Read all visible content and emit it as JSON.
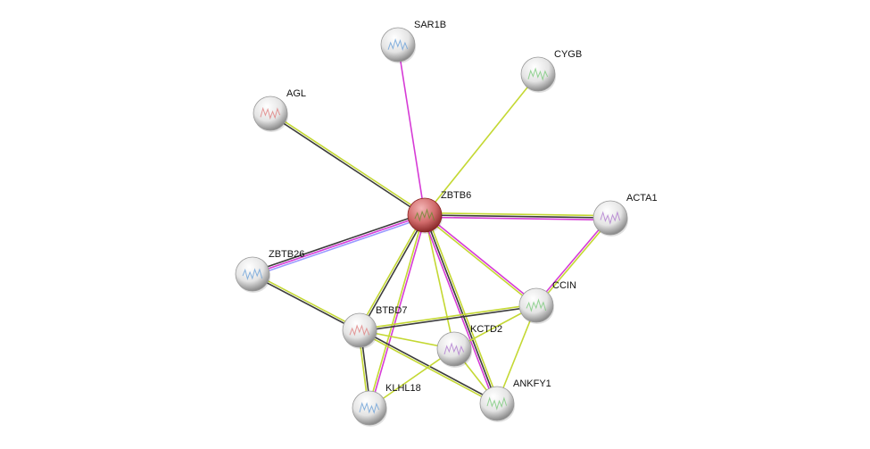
{
  "colors": {
    "lime": "#c4d833",
    "dark": "#3c3c3c",
    "magenta": "#d63bd6",
    "blue": "#9a9aff",
    "query_node": "#c85555",
    "node": "#e6e6e6"
  },
  "nodes": [
    {
      "id": "ZBTB6",
      "label": "ZBTB6",
      "query": true
    },
    {
      "id": "SAR1B",
      "label": "SAR1B"
    },
    {
      "id": "CYGB",
      "label": "CYGB"
    },
    {
      "id": "AGL",
      "label": "AGL"
    },
    {
      "id": "ACTA1",
      "label": "ACTA1"
    },
    {
      "id": "ZBTB26",
      "label": "ZBTB26"
    },
    {
      "id": "CCIN",
      "label": "CCIN"
    },
    {
      "id": "BTBD7",
      "label": "BTBD7"
    },
    {
      "id": "KCTD2",
      "label": "KCTD2"
    },
    {
      "id": "KLHL18",
      "label": "KLHL18"
    },
    {
      "id": "ANKFY1",
      "label": "ANKFY1"
    }
  ],
  "edges": [
    {
      "a": "ZBTB6",
      "b": "SAR1B",
      "types": [
        "magenta"
      ]
    },
    {
      "a": "ZBTB6",
      "b": "CYGB",
      "types": [
        "lime"
      ]
    },
    {
      "a": "ZBTB6",
      "b": "AGL",
      "types": [
        "dark",
        "lime"
      ]
    },
    {
      "a": "ZBTB6",
      "b": "ACTA1",
      "types": [
        "lime",
        "dark",
        "magenta"
      ]
    },
    {
      "a": "ZBTB6",
      "b": "ZBTB26",
      "types": [
        "blue",
        "magenta",
        "dark"
      ]
    },
    {
      "a": "ZBTB6",
      "b": "BTBD7",
      "types": [
        "dark",
        "lime"
      ]
    },
    {
      "a": "ZBTB6",
      "b": "KLHL18",
      "types": [
        "magenta",
        "lime"
      ]
    },
    {
      "a": "ZBTB6",
      "b": "KCTD2",
      "types": [
        "lime"
      ]
    },
    {
      "a": "ZBTB6",
      "b": "ANKFY1",
      "types": [
        "lime",
        "dark",
        "magenta"
      ]
    },
    {
      "a": "ZBTB6",
      "b": "CCIN",
      "types": [
        "magenta",
        "lime"
      ]
    },
    {
      "a": "ACTA1",
      "b": "CCIN",
      "types": [
        "lime",
        "magenta"
      ]
    },
    {
      "a": "ZBTB26",
      "b": "BTBD7",
      "types": [
        "lime",
        "dark"
      ]
    },
    {
      "a": "BTBD7",
      "b": "CCIN",
      "types": [
        "lime",
        "dark"
      ]
    },
    {
      "a": "BTBD7",
      "b": "KCTD2",
      "types": [
        "lime"
      ]
    },
    {
      "a": "BTBD7",
      "b": "ANKFY1",
      "types": [
        "dark",
        "lime"
      ]
    },
    {
      "a": "BTBD7",
      "b": "KLHL18",
      "types": [
        "dark",
        "lime"
      ]
    },
    {
      "a": "KLHL18",
      "b": "KCTD2",
      "types": [
        "lime"
      ]
    },
    {
      "a": "KCTD2",
      "b": "ANKFY1",
      "types": [
        "lime"
      ]
    },
    {
      "a": "KCTD2",
      "b": "CCIN",
      "types": [
        "lime"
      ]
    },
    {
      "a": "CCIN",
      "b": "ANKFY1",
      "types": [
        "lime"
      ]
    }
  ]
}
